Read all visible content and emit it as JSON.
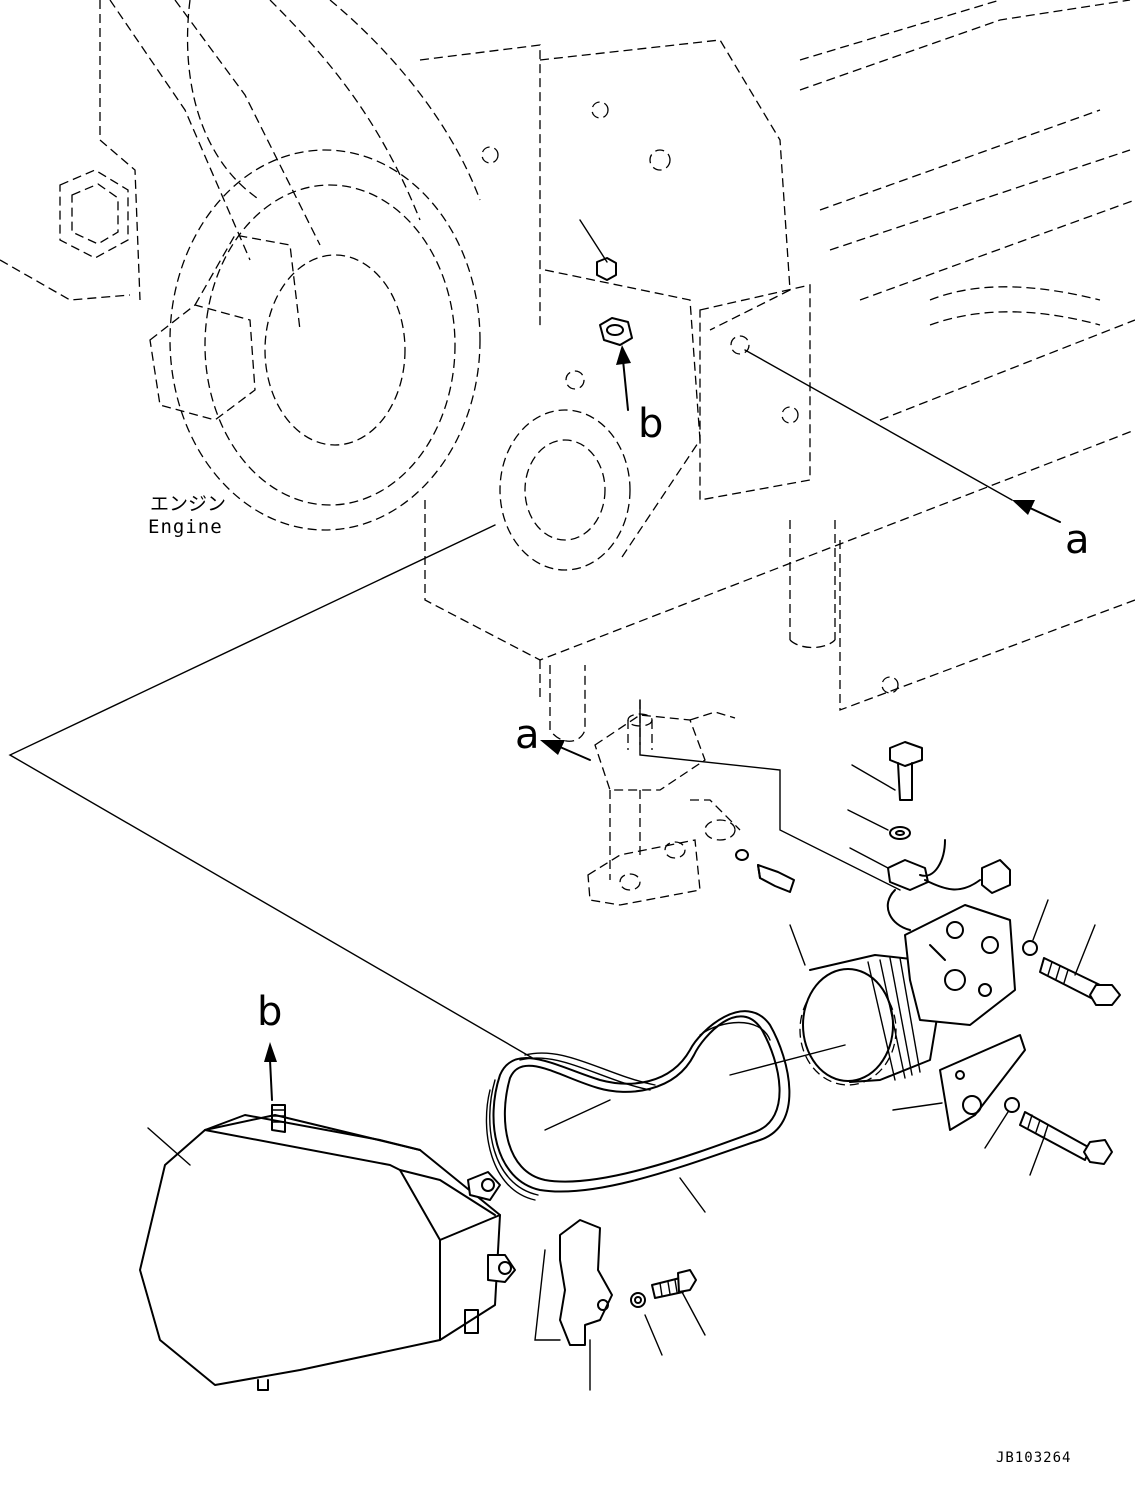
{
  "labels": {
    "callout_a_upper": "a",
    "callout_b_upper": "b",
    "callout_a_lower": "a",
    "callout_b_lower": "b",
    "engine_jp": "エンジン",
    "engine_en": "Engine",
    "drawing_id": "JB103264"
  }
}
